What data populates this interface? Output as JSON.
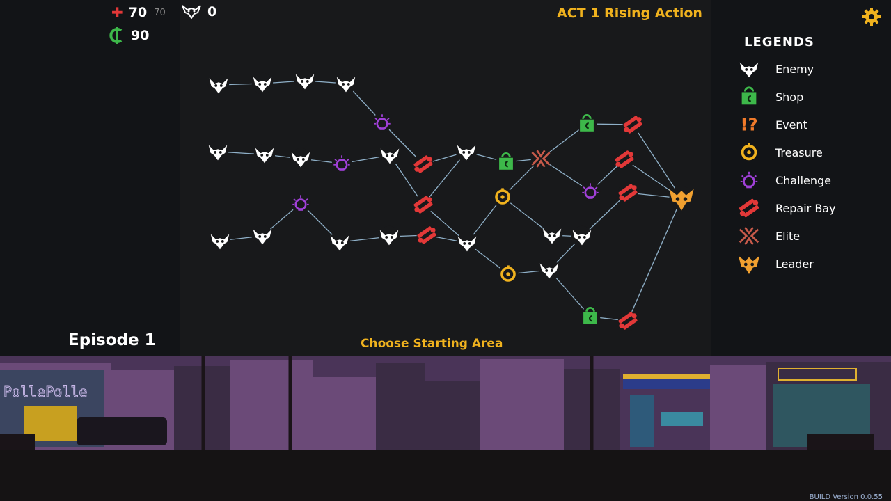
{
  "hud": {
    "health_value": "70",
    "health_max": "70",
    "kills": "0",
    "credits": "90"
  },
  "act_title": "ACT 1 Rising Action",
  "episode": "Episode 1",
  "prompt": "Choose Starting Area",
  "build": "BUILD Version 0.0.55",
  "legends": {
    "title": "LEGENDS",
    "items": [
      {
        "label": "Enemy",
        "icon": "enemy",
        "color": "#ffffff"
      },
      {
        "label": "Shop",
        "icon": "shop",
        "color": "#3db84a"
      },
      {
        "label": "Event",
        "icon": "event",
        "color": "#f07a2a"
      },
      {
        "label": "Treasure",
        "icon": "treasure",
        "color": "#f0b21e"
      },
      {
        "label": "Challenge",
        "icon": "challenge",
        "color": "#a040d8"
      },
      {
        "label": "Repair Bay",
        "icon": "repair",
        "color": "#e23838"
      },
      {
        "label": "Elite",
        "icon": "elite",
        "color": "#c85a4a"
      },
      {
        "label": "Leader",
        "icon": "leader",
        "color": "#f0a030"
      }
    ]
  },
  "storefront_sign": "PollePolle",
  "colors": {
    "accent": "#f0b21e",
    "edge": "#8fb0c8"
  }
}
